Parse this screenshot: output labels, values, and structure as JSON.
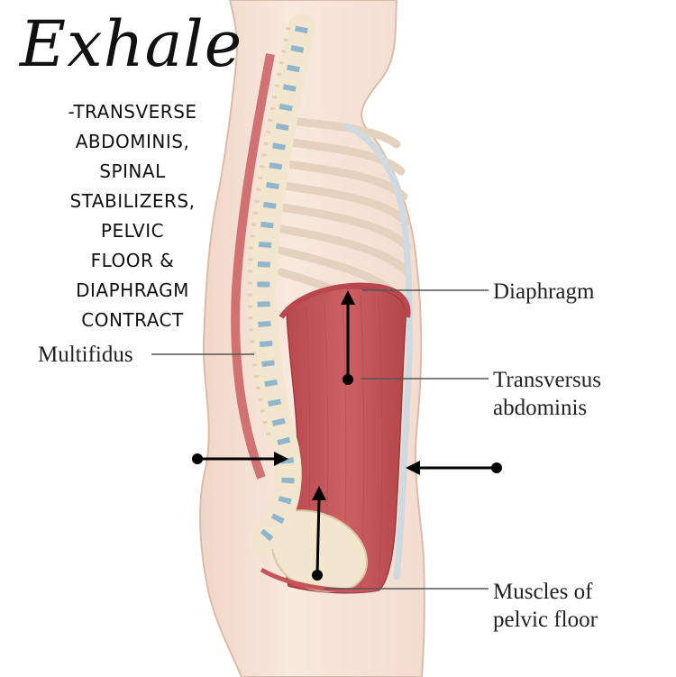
{
  "title": "Exhale",
  "caption": {
    "lines": [
      "-TRANSVERSE",
      "ABDOMINIS,",
      "SPINAL",
      "STABILIZERS,",
      "PELVIC",
      "FLOOR &",
      "DIAPHRAGM",
      "CONTRACT"
    ]
  },
  "labels": {
    "multifidus": "Multifidus",
    "diaphragm": "Diaphragm",
    "transversus_line1": "Transversus",
    "transversus_line2": "abdominis",
    "pelvic_line1": "Muscles of",
    "pelvic_line2": "pelvic floor"
  },
  "colors": {
    "skin": "#f6e4d9",
    "skin_outline": "#dcbca8",
    "muscle": "#c7565a",
    "muscle_dark": "#9c3a3f",
    "bone": "#f3e6cf",
    "disc": "#8fb6cc",
    "arrow": "#000000"
  }
}
